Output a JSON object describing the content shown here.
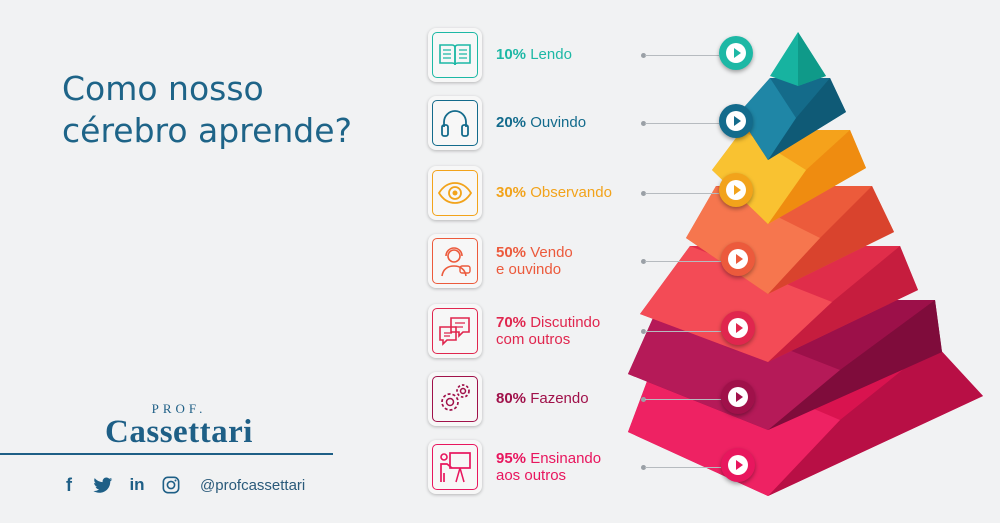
{
  "title": {
    "line1": "Como nosso",
    "line2": "cérebro aprende?"
  },
  "brand": {
    "prof": "PROF.",
    "name": "Cassettari"
  },
  "social": {
    "facebook": "f",
    "linkedin": "in",
    "handle": "@profcassettari"
  },
  "levels": [
    {
      "percent": "10%",
      "text": "Lendo",
      "text2": "",
      "color": "#1db8a5",
      "icon": "book-icon"
    },
    {
      "percent": "20%",
      "text": "Ouvindo",
      "text2": "",
      "color": "#136b8c",
      "icon": "headphones-icon"
    },
    {
      "percent": "30%",
      "text": "Observando",
      "text2": "",
      "color": "#f2a31b",
      "icon": "eye-icon"
    },
    {
      "percent": "50%",
      "text": "Vendo",
      "text2": "e ouvindo",
      "color": "#ec5a3c",
      "icon": "person-headset-icon"
    },
    {
      "percent": "70%",
      "text": "Discutindo",
      "text2": "com outros",
      "color": "#e0264e",
      "icon": "chat-bubbles-icon"
    },
    {
      "percent": "80%",
      "text": "Fazendo",
      "text2": "",
      "color": "#a0114a",
      "icon": "gears-icon"
    },
    {
      "percent": "95%",
      "text": "Ensinando",
      "text2": "aos outros",
      "color": "#e8165e",
      "icon": "teacher-board-icon"
    }
  ]
}
